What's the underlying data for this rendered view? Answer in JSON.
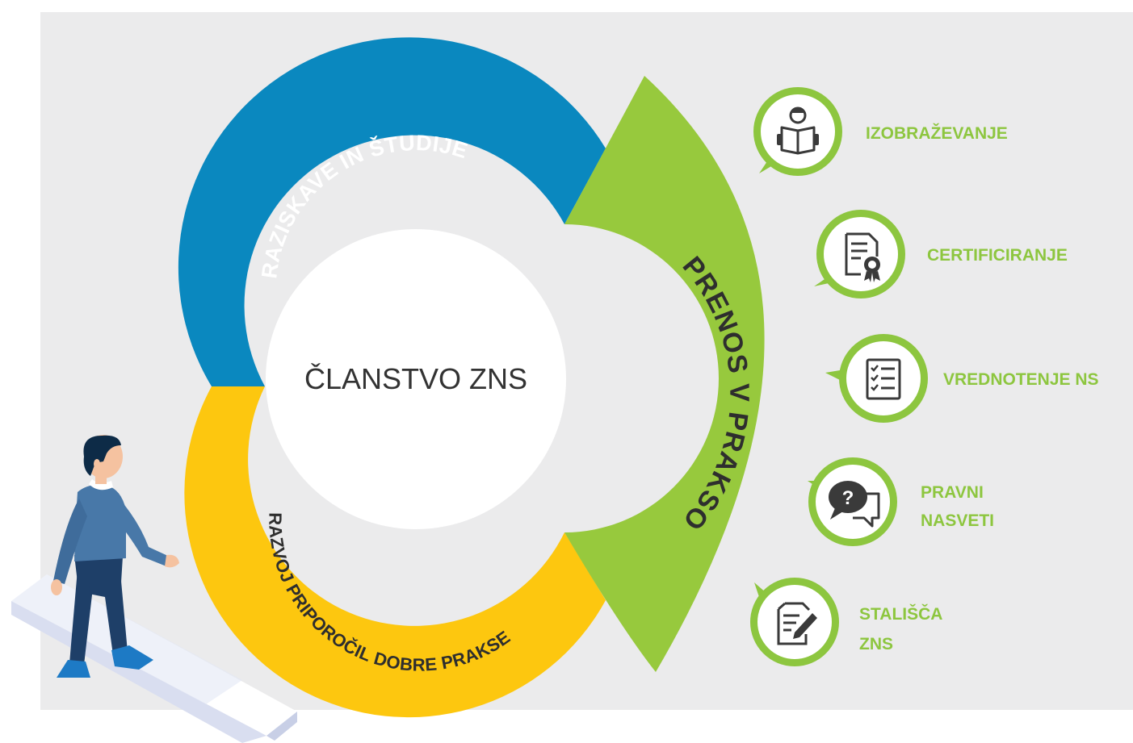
{
  "diagram": {
    "center_label": "ČLANSTVO ZNS",
    "segments": {
      "research": "RAZISKAVE IN ŠTUDIJE",
      "guidelines": "RAZVOJ PRIPOROČIL DOBRE PRAKSE",
      "transfer": "PRENOS V PRAKSO"
    },
    "services": [
      {
        "lines": [
          "IZOBRAŽEVANJE"
        ],
        "icon": "reader-icon"
      },
      {
        "lines": [
          "CERTIFICIRANJE"
        ],
        "icon": "certificate-icon"
      },
      {
        "lines": [
          "VREDNOTENJE NS"
        ],
        "icon": "checklist-icon"
      },
      {
        "lines": [
          "PRAVNI",
          "NASVETI"
        ],
        "icon": "speech-question-icon"
      },
      {
        "lines": [
          "STALIŠČA",
          "ZNS"
        ],
        "icon": "document-pen-icon"
      }
    ],
    "colors": {
      "background": "#ebebec",
      "research": "#0a88bf",
      "guidelines": "#fdc70f",
      "transfer": "#97c93d",
      "center": "#ffffff",
      "service_green": "#8dc63f"
    }
  }
}
